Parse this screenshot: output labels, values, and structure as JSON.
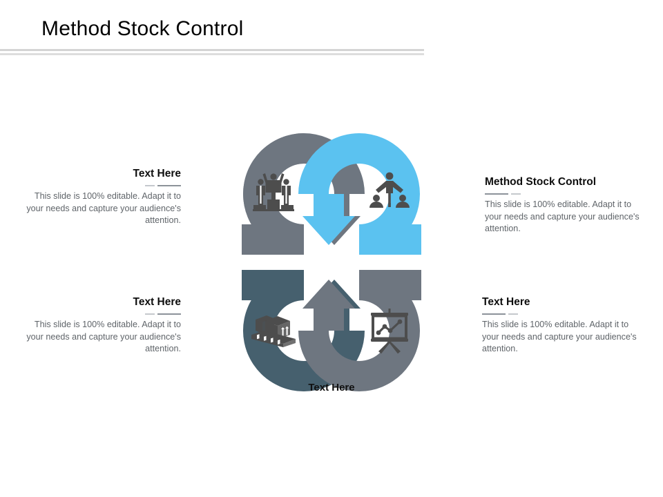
{
  "slide": {
    "title": "Method Stock Control",
    "center_label": "Text Here"
  },
  "colors": {
    "ring_gray": "#6e7680",
    "ring_blue": "#5bc2f0",
    "ring_dark_teal": "#46606e",
    "ring_gray2": "#6e7680",
    "icon": "#4d4d4d",
    "title_text": "#000000",
    "body_text": "#5f6469",
    "rule": "#d4d4d4"
  },
  "blocks": [
    {
      "id": "top-left",
      "heading": "Text Here",
      "body": "This slide is 100% editable.  Adapt it to your needs and capture your audience's attention.",
      "icon": "podium-winners-icon",
      "color": "#6e7680"
    },
    {
      "id": "top-right",
      "heading": "Method Stock Control",
      "body": "This slide is 100% editable.  Adapt it to your needs and capture your audience's attention.",
      "icon": "org-chart-people-icon",
      "color": "#5bc2f0"
    },
    {
      "id": "bottom-left",
      "heading": "Text Here",
      "body": "This slide is 100% editable.  Adapt it to your needs and capture your audience's attention.",
      "icon": "pallet-boxes-icon",
      "color": "#46606e"
    },
    {
      "id": "bottom-right",
      "heading": "Text Here",
      "body": "This slide is 100% editable.  Adapt it to your needs and capture your audience's attention.",
      "icon": "presentation-chart-icon",
      "color": "#6e7680"
    }
  ]
}
